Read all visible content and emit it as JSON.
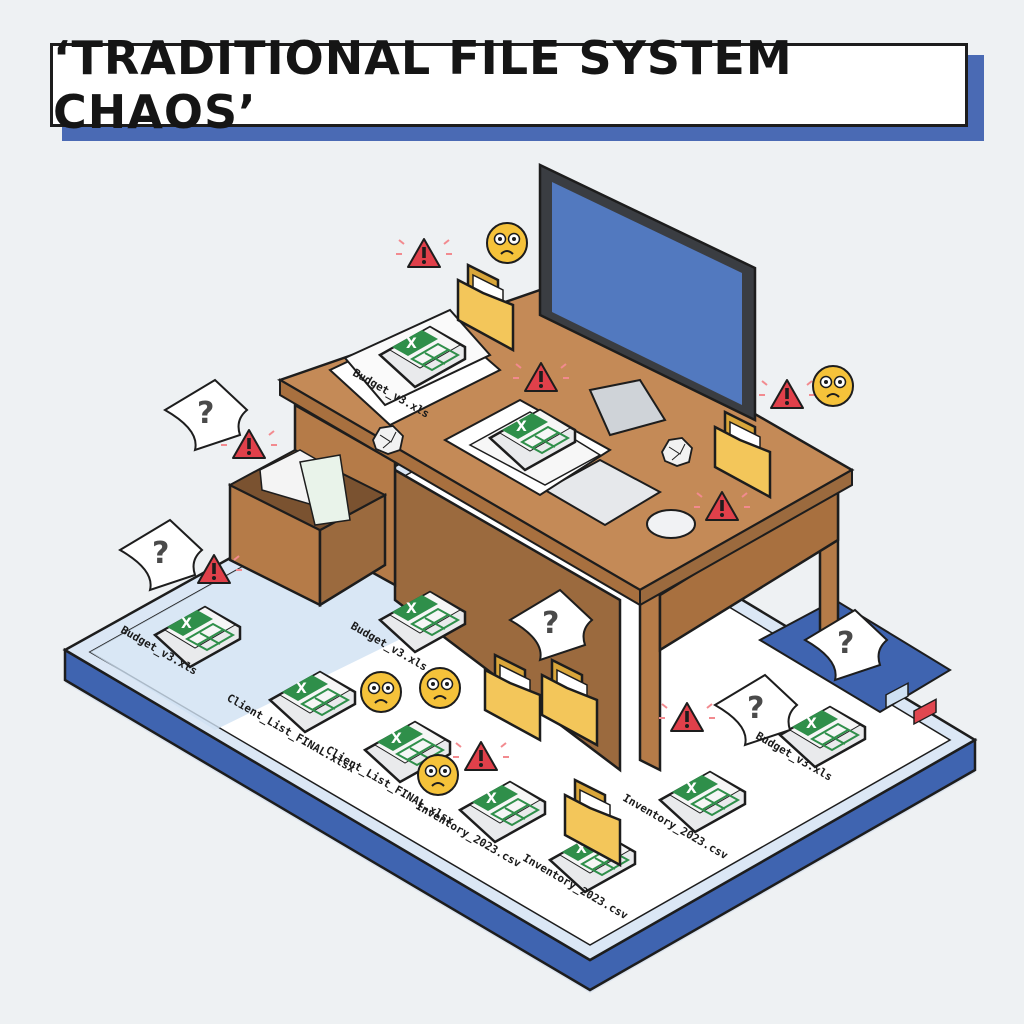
{
  "title": "‘TRADITIONAL FILE SYSTEM CHAOS’",
  "desk_file_label": "Budget_v3.xls",
  "file_labels": [
    "Budget_v3.xls",
    "Budget_v3.xls",
    "Client_List_FINAL.xlsx",
    "Client_List_FINAL.xlsx",
    "Inventory_2023.csv",
    "Inventory_2023.csv",
    "Inventory_2023.csv",
    "Budget_v3.xls"
  ],
  "icons": {
    "file": "spreadsheet-file-icon",
    "folder": "folder-icon",
    "warning": "warning-triangle-icon",
    "emoji": "worried-face-icon",
    "question": "question-paper-icon",
    "crumpled": "crumpled-paper-icon"
  },
  "colors": {
    "background": "#eef1f3",
    "title_shadow": "#4a6ab4",
    "screen": "#5279bf",
    "desk": "#c48a57",
    "excel_green": "#2f8f4a",
    "warning_red": "#e0404a",
    "emoji_yellow": "#f5c23a",
    "folder_yellow": "#f3c65a"
  }
}
